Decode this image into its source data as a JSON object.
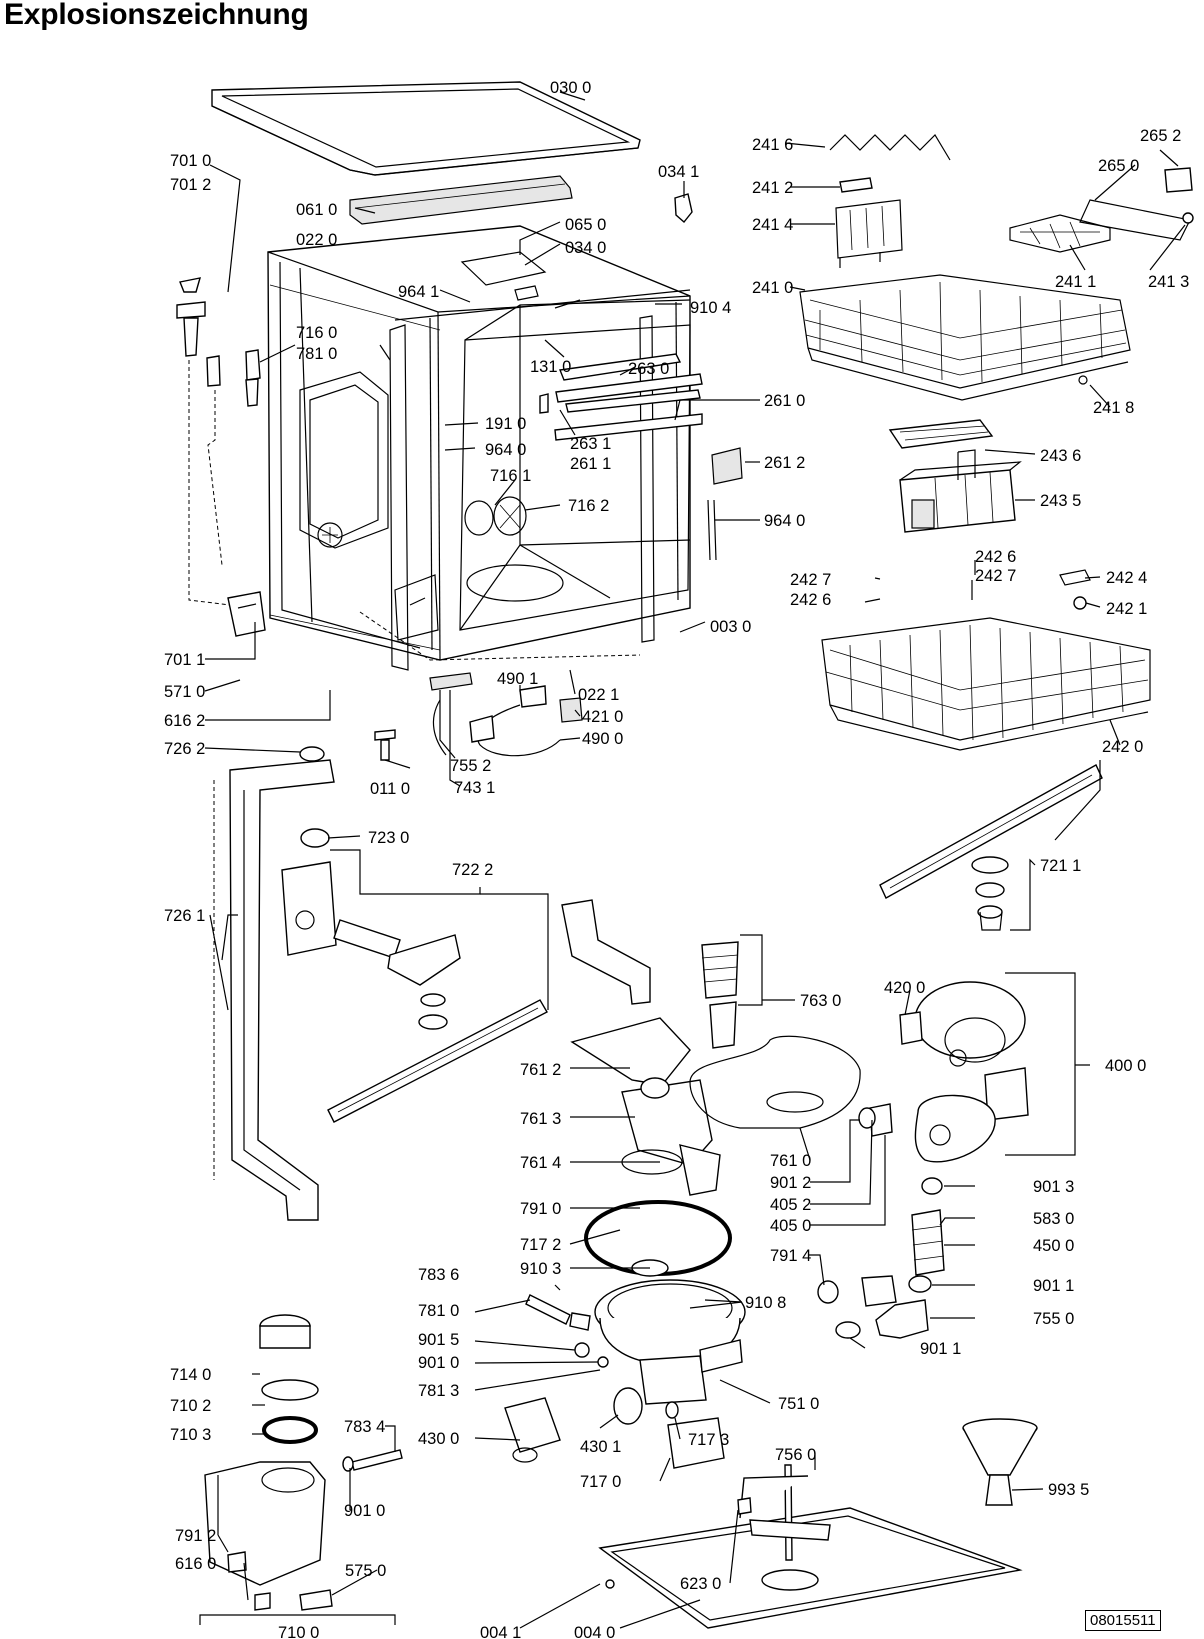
{
  "title": "Explosionszeichnung",
  "document_number": "08015511",
  "labels": [
    "030 0",
    "034 1",
    "701 0",
    "701 2",
    "061 0",
    "022 0",
    "065 0",
    "034 0",
    "964 1",
    "910 4",
    "716 0",
    "781 0",
    "131 0",
    "263 0",
    "261 0",
    "191 0",
    "263 1",
    "261 1",
    "964 0",
    "261 2",
    "716 1",
    "716 2",
    "964 0",
    "003 0",
    "701 1",
    "571 0",
    "616 2",
    "490 1",
    "022 1",
    "421 0",
    "490 0",
    "726 2",
    "011 0",
    "755 2",
    "743 1",
    "241 6",
    "265 2",
    "241 2",
    "265 0",
    "241 4",
    "241 1",
    "241 3",
    "241 0",
    "241 8",
    "243 6",
    "243 5",
    "242 7",
    "242 6",
    "242 7",
    "242 6",
    "242 4",
    "242 1",
    "242 0",
    "723 0",
    "722 2",
    "721 1",
    "726 1",
    "763 0",
    "420 0",
    "400 0",
    "761 2",
    "761 3",
    "761 4",
    "761 0",
    "901 2",
    "405 2",
    "405 0",
    "901 3",
    "791 0",
    "583 0",
    "717 2",
    "450 0",
    "910 3",
    "791 4",
    "901 1",
    "783 6",
    "910 8",
    "781 0",
    "755 0",
    "901 5",
    "901 1",
    "901 0",
    "781 3",
    "751 0",
    "714 0",
    "710 2",
    "710 3",
    "783 4",
    "430 0",
    "430 1",
    "717 3",
    "756 0",
    "717 0",
    "993 5",
    "901 0",
    "791 2",
    "616 0",
    "575 0",
    "623 0",
    "710 0",
    "004 1",
    "004 0"
  ]
}
